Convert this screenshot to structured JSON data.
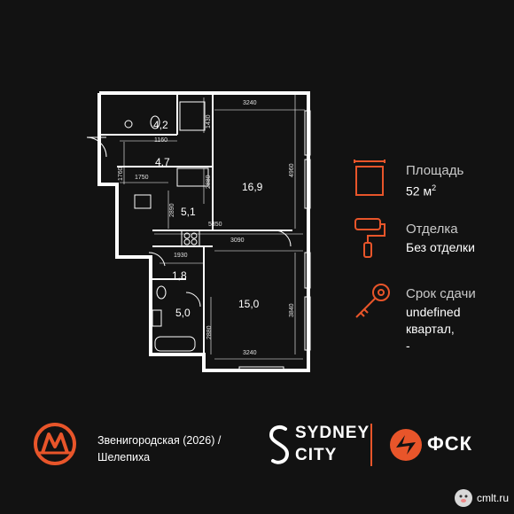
{
  "floorplan": {
    "rooms": [
      {
        "id": "bath-small",
        "area": "4,2"
      },
      {
        "id": "hall",
        "area": "4,7"
      },
      {
        "id": "living",
        "area": "16,9"
      },
      {
        "id": "kitchen",
        "area": "5,1"
      },
      {
        "id": "wc",
        "area": "1,8"
      },
      {
        "id": "bath",
        "area": "5,0"
      },
      {
        "id": "bedroom",
        "area": "15,0"
      }
    ],
    "dimensions": {
      "d3240_top": "3240",
      "d1430": "1430",
      "d1160": "1160",
      "d1760": "1760",
      "d4960": "4960",
      "d1750": "1750",
      "d2880_a": "2880",
      "d2890": "2890",
      "d5350": "5350",
      "d3090": "3090",
      "d1930": "1930",
      "d3840": "3840",
      "d2880_b": "2880",
      "d3240_bottom": "3240"
    }
  },
  "info": {
    "area": {
      "label": "Площадь",
      "value": "52 м",
      "sup": "2"
    },
    "finish": {
      "label": "Отделка",
      "value": "Без отделки"
    },
    "delivery": {
      "label": "Срок сдачи",
      "line1": "undefined",
      "line2": "квартал,",
      "line3": "-"
    }
  },
  "footer": {
    "metro_line1": "Звенигородская (2026) /",
    "metro_line2": "Шелепиха",
    "brand_line1": "SYDNEY",
    "brand_line2": "CITY",
    "developer": "ФСК"
  },
  "watermark": {
    "text": "cmlt.ru"
  },
  "colors": {
    "accent": "#e8552a",
    "background": "#121212",
    "text": "#ffffff",
    "label": "#c9c9c9"
  }
}
